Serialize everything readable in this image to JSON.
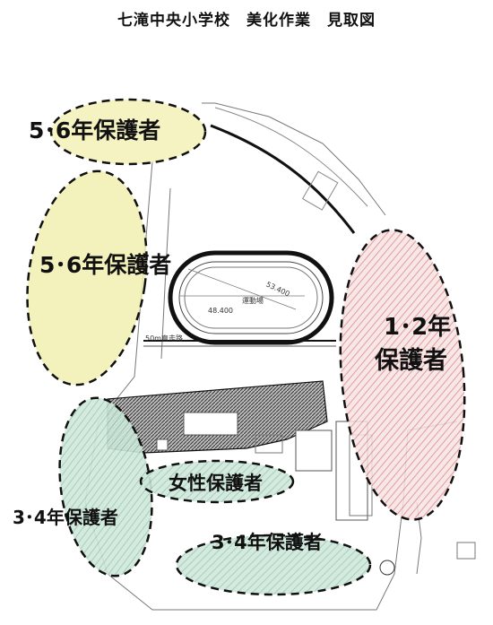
{
  "title": "七滝中央小学校　美化作業　見取図",
  "zones": {
    "grade56_top": "5･6年保護者",
    "grade56_left": "5･6年保護者",
    "grade12_line1": "1･2年",
    "grade12_line2": "保護者",
    "female": "女性保護者",
    "grade34_left": "3･4年保護者",
    "grade34_bottom": "3･4年保護者"
  },
  "map_labels": {
    "distance_1": "48.400",
    "distance_2": "53.400",
    "field": "運動場",
    "straight": "50m直走路"
  },
  "colors": {
    "yellow_zone": "#f2f0b0",
    "green_zone": "#b9dccb",
    "red_hatch": "#e08a8a",
    "dash": "#111111"
  }
}
